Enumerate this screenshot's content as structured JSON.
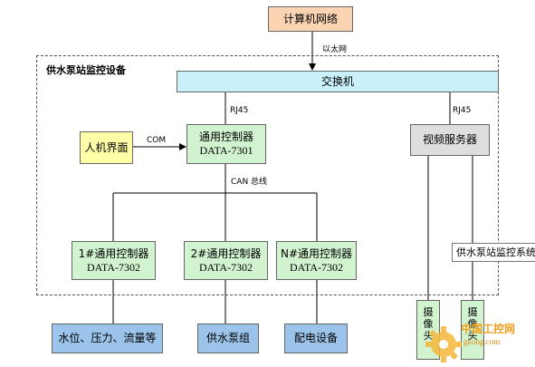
{
  "network": {
    "label": "计算机网络"
  },
  "ethernet_label": "以太网",
  "region_title": "供水泵站监控设备",
  "switch": {
    "label": "交换机"
  },
  "rj45_left": "RJ45",
  "rj45_right": "RJ45",
  "hmi": {
    "label": "人机界面"
  },
  "com_label": "COM",
  "main_controller": {
    "line1": "通用控制器",
    "line2": "DATA-7301"
  },
  "can_bus_label": "CAN 总线",
  "video_server": {
    "label": "视频服务器"
  },
  "sub_controllers": [
    {
      "line1": "1#通用控制器",
      "line2": "DATA-7302"
    },
    {
      "line1": "2#通用控制器",
      "line2": "DATA-7302"
    },
    {
      "line1": "N#通用控制器",
      "line2": "DATA-7302"
    }
  ],
  "bottom": {
    "sensors": "水位、压力、流量等",
    "pump_group": "供水泵组",
    "power": "配电设备"
  },
  "popup_label": "供水泵站监控系统",
  "cameras": [
    {
      "chars": [
        "摄",
        "像",
        "头"
      ]
    },
    {
      "chars": [
        "摄",
        "像",
        "头"
      ]
    }
  ],
  "watermark": {
    "text": "中国工控网",
    "url": "gkong.com"
  },
  "colors": {
    "network": "#fbd4b4",
    "switch": "#c9f0fb",
    "hmi": "#ffffa8",
    "controller": "#d2f3d0",
    "field": "#9cc4ea",
    "server": "#dedede"
  }
}
